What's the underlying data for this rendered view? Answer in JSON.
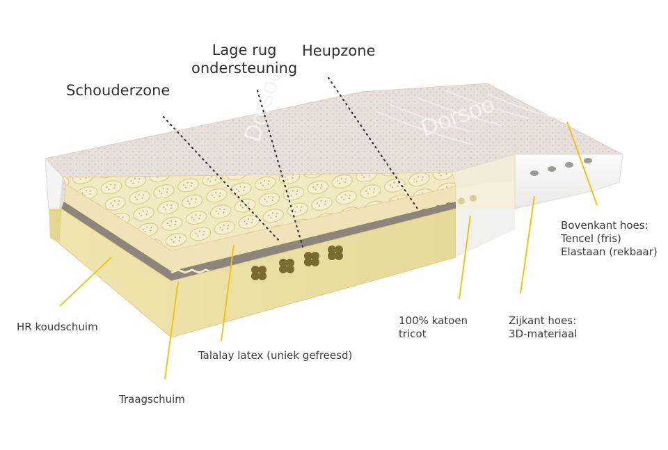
{
  "labels": {
    "schouderzone": "Schouderzone",
    "lage_rug": [
      "Lage rug",
      "ondersteuning"
    ],
    "heupzone": "Heupzone",
    "hr_koudschuim": "HR koudschuim",
    "traagschuim": "Traagschuim",
    "talalay_latex": "Talalay latex (uniek gefreesd)",
    "katoen": [
      "100% katoen",
      "tricot"
    ],
    "zijkant_hoes": [
      "Zijkant hoes:",
      "3D-materiaal"
    ],
    "bovenkant_hoes": [
      "Bovenkant hoes:",
      "Tencel (fris)",
      "Elastaan (rekbaar)"
    ]
  },
  "cover_brand": "Dorsoo",
  "colors": {
    "leader_yellow": "#f2c316",
    "dotted_leader": "#333333",
    "cover_top": "#e4dcd7",
    "cover_side": "#f3f3f1",
    "latex": "#f1e9c2",
    "foam": "#ece2a2",
    "separator": "#8f847b"
  }
}
